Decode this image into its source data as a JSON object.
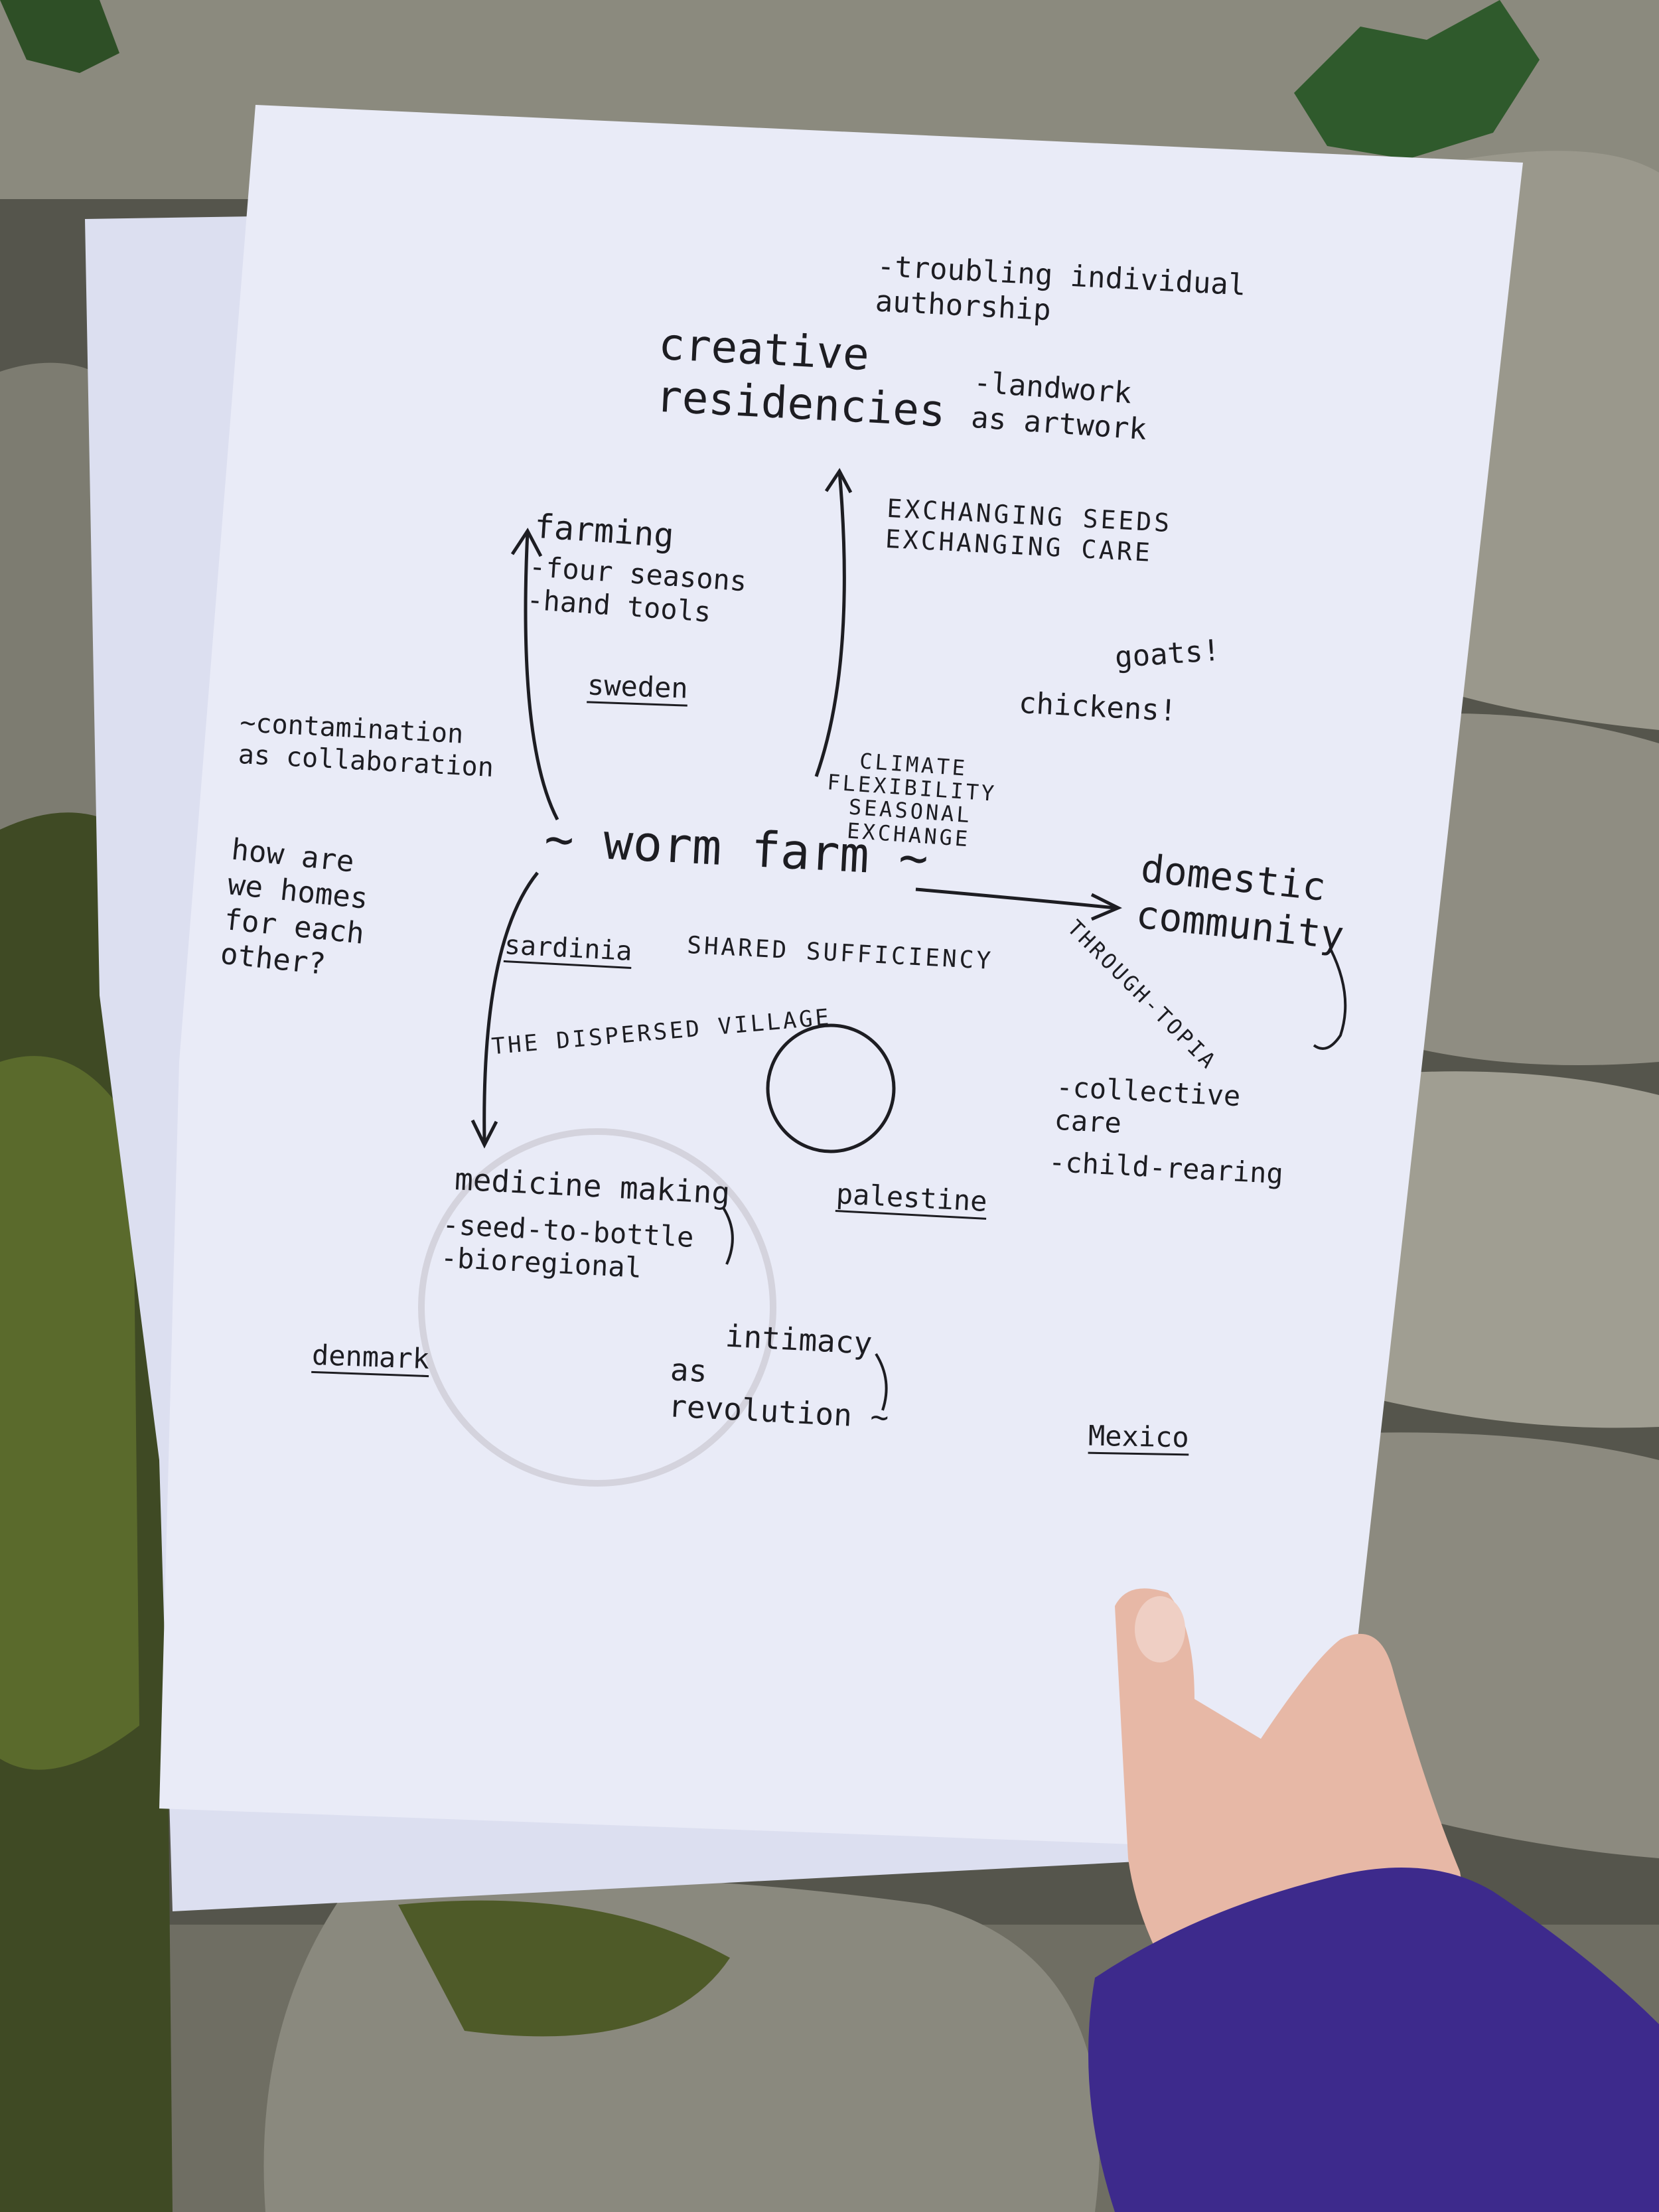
{
  "sheet": {
    "center": "~ worm farm ~",
    "nodes": {
      "creative_residencies": [
        "creative",
        "residencies"
      ],
      "troubling_authorship": [
        "-troubling individual",
        "authorship"
      ],
      "landwork_artwork": [
        "-landwork",
        "as artwork"
      ],
      "exchanging": [
        "EXCHANGING SEEDS",
        "EXCHANGING CARE"
      ],
      "farming_title": "farming",
      "farming_items": [
        "-four seasons",
        "-hand tools"
      ],
      "sweden": "sweden",
      "goats": "goats!",
      "chickens": "chickens!",
      "contamination": [
        "~contamination",
        "as collaboration"
      ],
      "climate": [
        "CLIMATE",
        "FLEXIBILITY",
        "SEASONAL",
        "EXCHANGE"
      ],
      "homes_question": [
        "how are",
        "we homes",
        "for each",
        "other?"
      ],
      "domestic_community": [
        "domestic",
        "community"
      ],
      "through_topia": "THROUGH-TOPIA",
      "sardinia": "sardinia",
      "shared_sufficiency": "SHARED SUFFICIENCY",
      "dispersed_village": "THE DISPERSED VILLAGE",
      "collective_care": [
        "-collective",
        "care"
      ],
      "child_rearing": "-child-rearing",
      "medicine_title": "medicine making",
      "medicine_items": [
        "-seed-to-bottle",
        "-bioregional"
      ],
      "palestine": "palestine",
      "denmark": "denmark",
      "intimacy": [
        "intimacy",
        "as",
        "revolution ~"
      ],
      "mexico": "Mexico"
    }
  }
}
